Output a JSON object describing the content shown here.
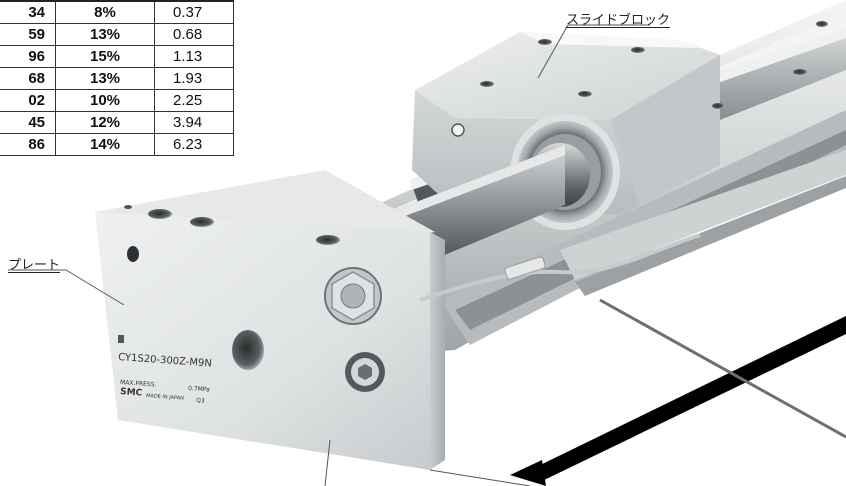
{
  "table": {
    "rows": [
      {
        "a": "34",
        "b": "8%",
        "c": "0.37"
      },
      {
        "a": "59",
        "b": "13%",
        "c": "0.68"
      },
      {
        "a": "96",
        "b": "15%",
        "c": "1.13"
      },
      {
        "a": "68",
        "b": "13%",
        "c": "1.93"
      },
      {
        "a": "02",
        "b": "10%",
        "c": "2.25"
      },
      {
        "a": "45",
        "b": "12%",
        "c": "3.94"
      },
      {
        "a": "86",
        "b": "14%",
        "c": "6.23"
      }
    ]
  },
  "callouts": {
    "slide_block": "スライドブロック",
    "plate": "プレート"
  },
  "product_label": {
    "model": "CY1S20-300Z-M9N",
    "max_press": "MAX.PRESS.",
    "pressure": "0.7MPa",
    "brand": "SMC",
    "made_in": "MADE IN JAPAN",
    "code": "Q3"
  },
  "colors": {
    "aluminum_light": "#e4e6e7",
    "aluminum_mid": "#c9cccd",
    "aluminum_dark": "#8d9193",
    "rod_dark": "#5a5e60",
    "arrow": "#000000",
    "leader_line": "#555555"
  }
}
